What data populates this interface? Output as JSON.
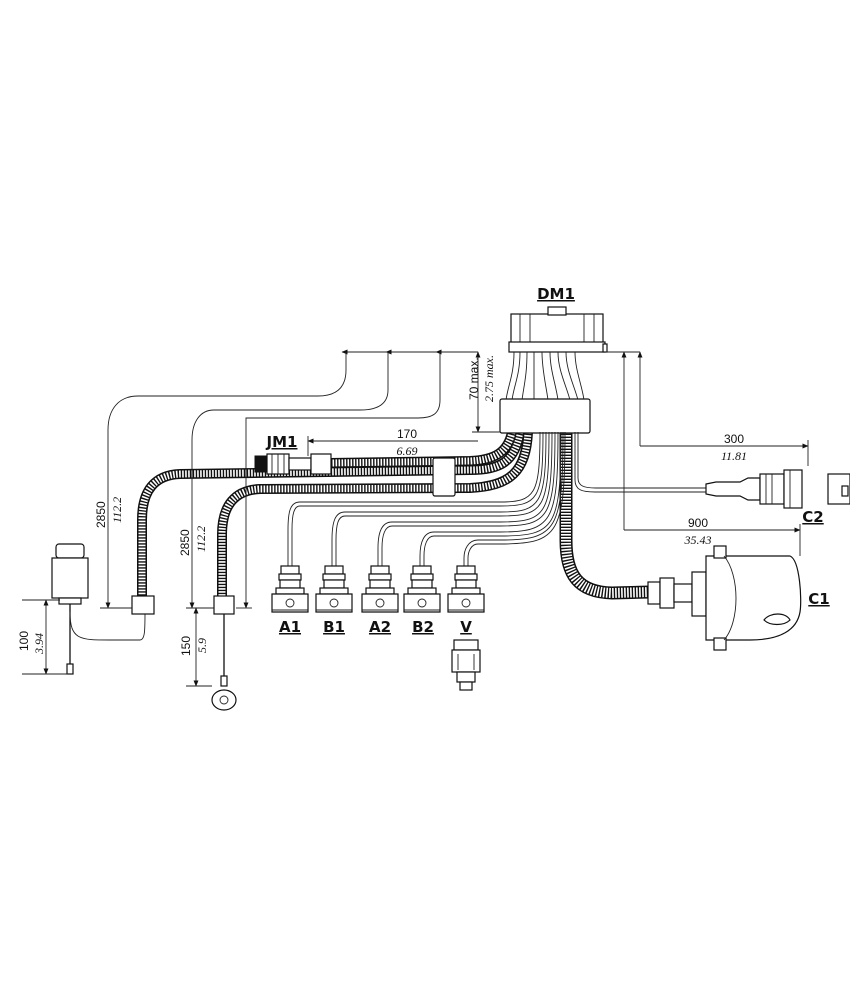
{
  "connectors": {
    "dm1": "DM1",
    "jm1": "JM1",
    "c1": "C1",
    "c2": "C2",
    "a1": "A1",
    "b1": "B1",
    "a2": "A2",
    "b2": "B2",
    "v": "V"
  },
  "dimensions": {
    "d70": {
      "metric": "70 max.",
      "inch": "2.75 max."
    },
    "d170": {
      "metric": "170",
      "inch": "6.69"
    },
    "d300": {
      "metric": "300",
      "inch": "11.81"
    },
    "d900": {
      "metric": "900",
      "inch": "35.43"
    },
    "d2850a": {
      "metric": "2850",
      "inch": "112.2"
    },
    "d2850b": {
      "metric": "2850",
      "inch": "112.2"
    },
    "d100": {
      "metric": "100",
      "inch": "3.94"
    },
    "d150": {
      "metric": "150",
      "inch": "5.9"
    }
  }
}
